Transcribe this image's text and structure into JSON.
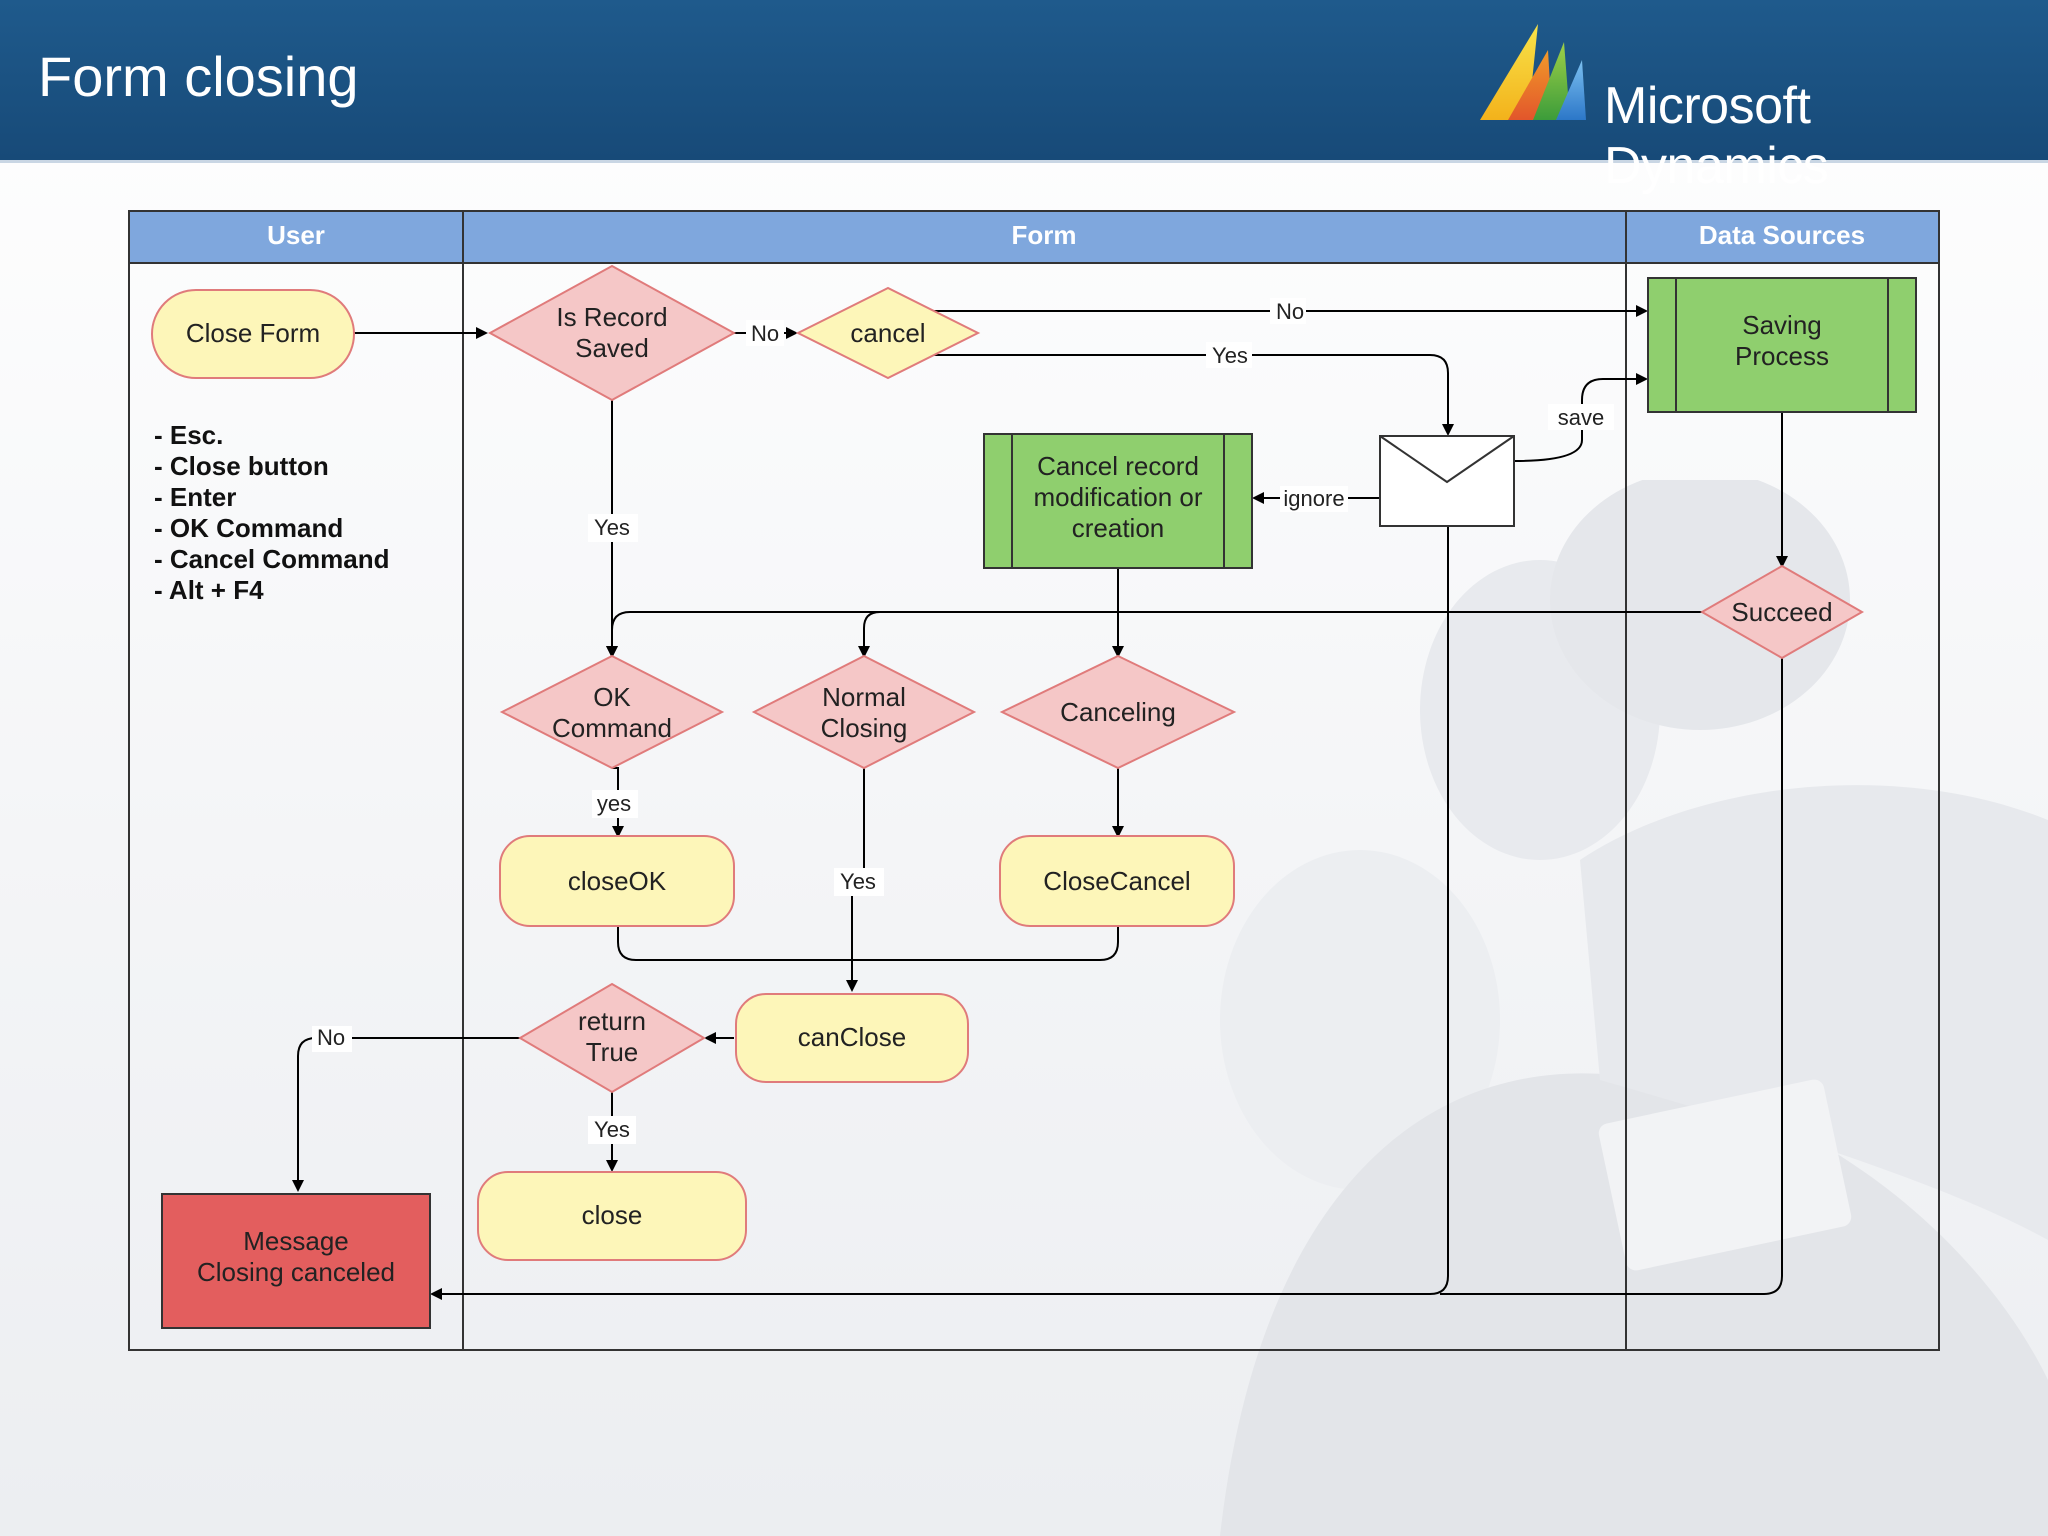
{
  "header": {
    "title": "Form closing",
    "brand": "Microsoft Dynamics"
  },
  "lanes": {
    "user": "User",
    "form": "Form",
    "datasources": "Data Sources"
  },
  "nodes": {
    "close_form": "Close Form",
    "is_record_saved": [
      "Is Record",
      "Saved"
    ],
    "cancel_q": "cancel",
    "saving_process": [
      "Saving",
      "Process"
    ],
    "cancel_record": [
      "Cancel record",
      "modification or",
      "creation"
    ],
    "succeed": "Succeed",
    "ok_command": [
      "OK",
      "Command"
    ],
    "normal_closing": [
      "Normal",
      "Closing"
    ],
    "canceling": "Canceling",
    "close_ok": "closeOK",
    "close_cancel": "CloseCancel",
    "can_close": "canClose",
    "return_true": [
      "return",
      "True"
    ],
    "close": "close",
    "message": [
      "Message",
      "Closing canceled"
    ]
  },
  "triggers": [
    "- Esc.",
    "- Close button",
    "- Enter",
    "- OK Command",
    "- Cancel Command",
    "- Alt + F4"
  ],
  "edge_labels": {
    "no1": "No",
    "no2": "No",
    "yes_cancel": "Yes",
    "save": "save",
    "ignore": "ignore",
    "yes_saved": "Yes",
    "yes_ok": "yes",
    "yes_normal": "Yes",
    "no_return": "No",
    "yes_return": "Yes"
  },
  "colors": {
    "header_blue": "#1a5283",
    "lane_header": "#7fa7dd",
    "pink_fill": "#f5c7c7",
    "pink_stroke": "#e07b7b",
    "yellow_fill": "#fdf6b9",
    "yellow_stroke": "#e07b7b",
    "green_fill": "#8fcf6e",
    "red_fill": "#e35e5e"
  }
}
